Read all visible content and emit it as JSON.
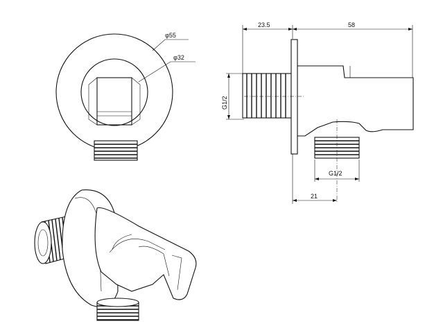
{
  "front_view": {
    "outer_diameter_label": "φ55",
    "inner_diameter_label": "φ32"
  },
  "side_view": {
    "dim_thread_length": "23.5",
    "dim_body_length": "58",
    "dim_inlet_thread": "G1/2",
    "dim_outlet_thread": "G1/2",
    "dim_outlet_offset": "21"
  }
}
